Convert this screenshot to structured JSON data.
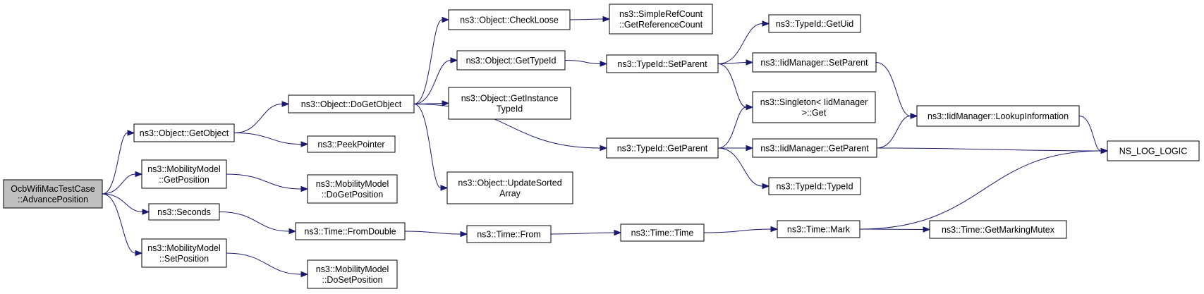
{
  "nodes": [
    {
      "id": "root",
      "lines": [
        "OcbWifiMacTestCase",
        "::AdvancePosition"
      ],
      "root": true
    },
    {
      "id": "getobject",
      "lines": [
        "ns3::Object::GetObject"
      ]
    },
    {
      "id": "mm_getpos",
      "lines": [
        "ns3::MobilityModel",
        "::GetPosition"
      ]
    },
    {
      "id": "seconds",
      "lines": [
        "ns3::Seconds"
      ]
    },
    {
      "id": "mm_setpos",
      "lines": [
        "ns3::MobilityModel",
        "::SetPosition"
      ]
    },
    {
      "id": "dogetobject",
      "lines": [
        "ns3::Object::DoGetObject"
      ]
    },
    {
      "id": "peekpointer",
      "lines": [
        "ns3::PeekPointer"
      ]
    },
    {
      "id": "mm_dogetpos",
      "lines": [
        "ns3::MobilityModel",
        "::DoGetPosition"
      ]
    },
    {
      "id": "fromdouble",
      "lines": [
        "ns3::Time::FromDouble"
      ]
    },
    {
      "id": "mm_dosetpos",
      "lines": [
        "ns3::MobilityModel",
        "::DoSetPosition"
      ]
    },
    {
      "id": "checkloose",
      "lines": [
        "ns3::Object::CheckLoose"
      ]
    },
    {
      "id": "gettypeid",
      "lines": [
        "ns3::Object::GetTypeId"
      ]
    },
    {
      "id": "getinstancetypeid",
      "lines": [
        "ns3::Object::GetInstance",
        "TypeId"
      ]
    },
    {
      "id": "updatesorted",
      "lines": [
        "ns3::Object::UpdateSorted",
        "Array"
      ]
    },
    {
      "id": "time_from",
      "lines": [
        "ns3::Time::From"
      ]
    },
    {
      "id": "simplerefcount",
      "lines": [
        "ns3::SimpleRefCount",
        "::GetReferenceCount"
      ]
    },
    {
      "id": "typeid_setparent",
      "lines": [
        "ns3::TypeId::SetParent"
      ]
    },
    {
      "id": "typeid_getparent",
      "lines": [
        "ns3::TypeId::GetParent"
      ]
    },
    {
      "id": "time_time",
      "lines": [
        "ns3::Time::Time"
      ]
    },
    {
      "id": "typeid_getuid",
      "lines": [
        "ns3::TypeId::GetUid"
      ]
    },
    {
      "id": "iid_setparent",
      "lines": [
        "ns3::IidManager::SetParent"
      ]
    },
    {
      "id": "singleton_get",
      "lines": [
        "ns3::Singleton< IidManager",
        ">::Get"
      ]
    },
    {
      "id": "iid_getparent",
      "lines": [
        "ns3::IidManager::GetParent"
      ]
    },
    {
      "id": "typeid_typeid",
      "lines": [
        "ns3::TypeId::TypeId"
      ]
    },
    {
      "id": "time_mark",
      "lines": [
        "ns3::Time::Mark"
      ]
    },
    {
      "id": "iid_lookup",
      "lines": [
        "ns3::IidManager::LookupInformation"
      ]
    },
    {
      "id": "getmarkingmutex",
      "lines": [
        "ns3::Time::GetMarkingMutex"
      ]
    },
    {
      "id": "ns_log_logic",
      "lines": [
        "NS_LOG_LOGIC"
      ]
    }
  ],
  "edges": [
    [
      "root",
      "getobject"
    ],
    [
      "root",
      "mm_getpos"
    ],
    [
      "root",
      "seconds"
    ],
    [
      "root",
      "mm_setpos"
    ],
    [
      "getobject",
      "dogetobject"
    ],
    [
      "getobject",
      "peekpointer"
    ],
    [
      "mm_getpos",
      "mm_dogetpos"
    ],
    [
      "seconds",
      "fromdouble"
    ],
    [
      "mm_setpos",
      "mm_dosetpos"
    ],
    [
      "dogetobject",
      "checkloose"
    ],
    [
      "dogetobject",
      "gettypeid"
    ],
    [
      "dogetobject",
      "getinstancetypeid"
    ],
    [
      "dogetobject",
      "updatesorted"
    ],
    [
      "dogetobject",
      "typeid_getparent"
    ],
    [
      "checkloose",
      "simplerefcount"
    ],
    [
      "gettypeid",
      "typeid_setparent"
    ],
    [
      "fromdouble",
      "time_from"
    ],
    [
      "time_from",
      "time_time"
    ],
    [
      "time_time",
      "time_mark"
    ],
    [
      "typeid_setparent",
      "typeid_getuid"
    ],
    [
      "typeid_setparent",
      "iid_setparent"
    ],
    [
      "typeid_setparent",
      "singleton_get"
    ],
    [
      "typeid_getparent",
      "singleton_get"
    ],
    [
      "typeid_getparent",
      "iid_getparent"
    ],
    [
      "typeid_getparent",
      "typeid_typeid"
    ],
    [
      "iid_setparent",
      "iid_lookup"
    ],
    [
      "iid_getparent",
      "iid_lookup"
    ],
    [
      "iid_getparent",
      "ns_log_logic"
    ],
    [
      "iid_lookup",
      "ns_log_logic"
    ],
    [
      "time_mark",
      "ns_log_logic"
    ],
    [
      "time_mark",
      "getmarkingmutex"
    ]
  ]
}
